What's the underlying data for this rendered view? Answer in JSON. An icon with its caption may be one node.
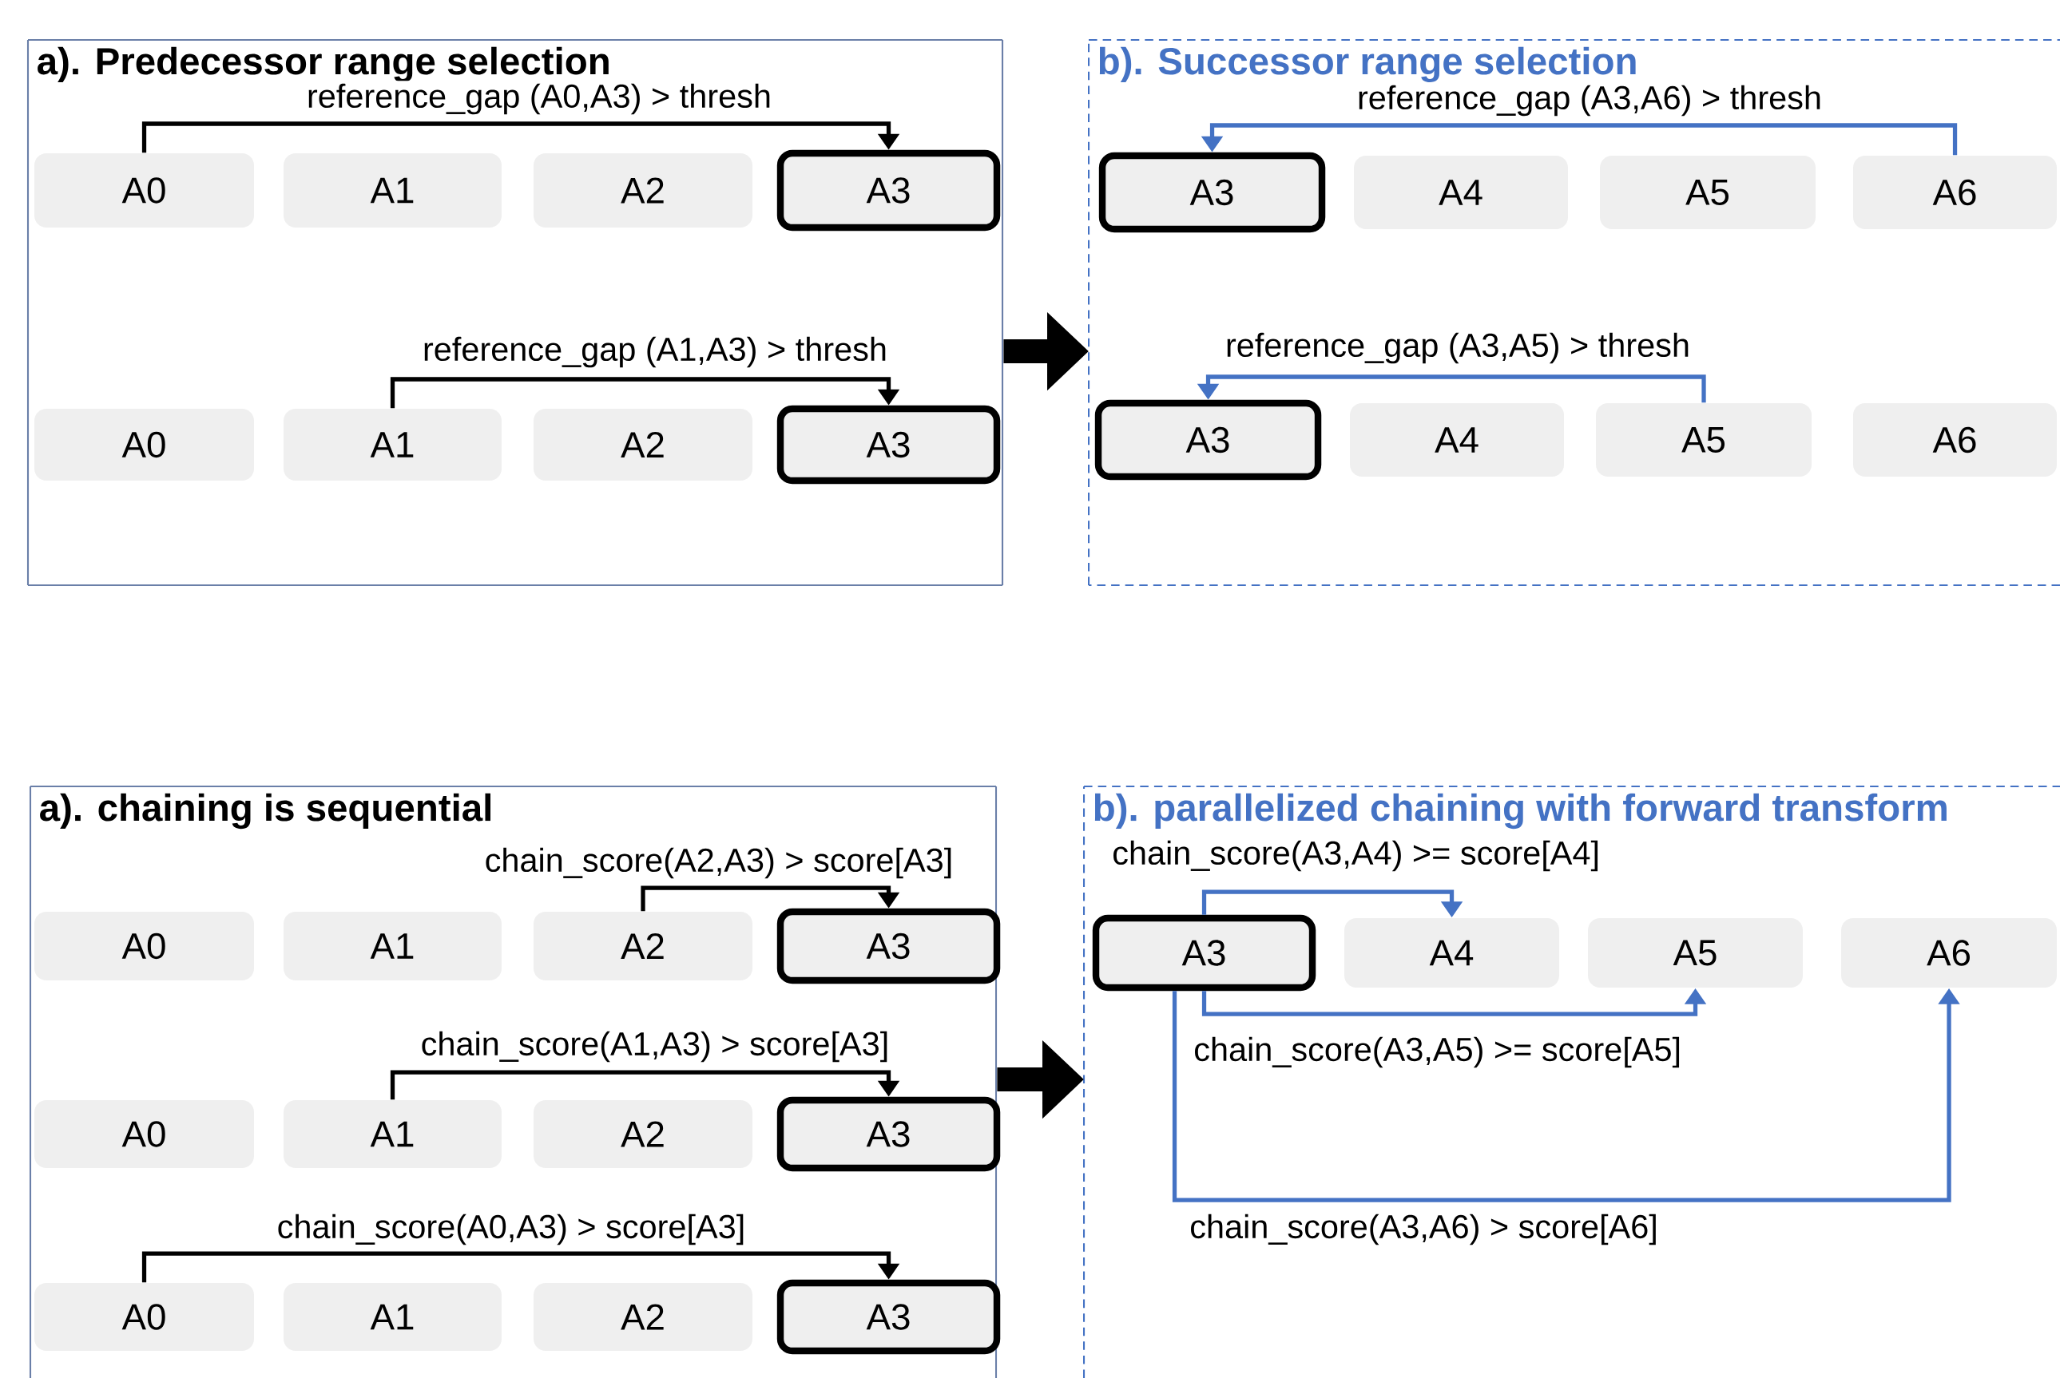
{
  "diagram": {
    "nodes": [
      {
        "text": [
          "a). Predecessor range selection"
        ]
      },
      {
        "text": [
          "A0"
        ],
        "in": 0
      },
      {
        "text": [
          "A1"
        ],
        "in": 0
      },
      {
        "text": [
          "A2"
        ],
        "in": 0
      },
      {
        "text": [
          "A3"
        ],
        "in": 0
      },
      {
        "text": [
          "A0"
        ],
        "in": 0
      },
      {
        "text": [
          "A1"
        ],
        "in": 0
      },
      {
        "text": [
          "A2"
        ],
        "in": 0
      },
      {
        "text": [
          "A3"
        ],
        "in": 0
      },
      {
        "text": [
          "b). Successor range selection"
        ]
      },
      {
        "text": [
          "A3"
        ],
        "in": 9
      },
      {
        "text": [
          "A4"
        ],
        "in": 9
      },
      {
        "text": [
          "A5"
        ],
        "in": 9
      },
      {
        "text": [
          "A6"
        ],
        "in": 9
      },
      {
        "text": [
          "A3"
        ],
        "in": 9
      },
      {
        "text": [
          "A4"
        ],
        "in": 9
      },
      {
        "text": [
          "A5"
        ],
        "in": 9
      },
      {
        "text": [
          "A6"
        ],
        "in": 9
      },
      {
        "text": [
          "a). chaining is sequential"
        ]
      },
      {
        "text": [
          "A0"
        ],
        "in": 18
      },
      {
        "text": [
          "A1"
        ],
        "in": 18
      },
      {
        "text": [
          "A2"
        ],
        "in": 18
      },
      {
        "text": [
          "A3"
        ],
        "in": 18
      },
      {
        "text": [
          "A0"
        ],
        "in": 18
      },
      {
        "text": [
          "A1"
        ],
        "in": 18
      },
      {
        "text": [
          "A2"
        ],
        "in": 18
      },
      {
        "text": [
          "A3"
        ],
        "in": 18
      },
      {
        "text": [
          "A0"
        ],
        "in": 18
      },
      {
        "text": [
          "A1"
        ],
        "in": 18
      },
      {
        "text": [
          "A2"
        ],
        "in": 18
      },
      {
        "text": [
          "A3"
        ],
        "in": 18
      },
      {
        "text": [
          "b). parallelized chaining with forward transform"
        ]
      },
      {
        "text": [
          "A3"
        ],
        "in": 31
      },
      {
        "text": [
          "A4"
        ],
        "in": 31
      },
      {
        "text": [
          "A5"
        ],
        "in": 31
      },
      {
        "text": [
          "A6"
        ],
        "in": 31
      }
    ],
    "edges": [
      {
        "from": 1,
        "to": 4,
        "arrow": "to",
        "label": "reference_gap (A0,A3) > thresh"
      },
      {
        "from": 6,
        "to": 8,
        "arrow": "to",
        "label": "reference_gap (A1,A3) > thresh"
      },
      {
        "from": 13,
        "to": 10,
        "arrow": "to",
        "label": "reference_gap (A3,A6) > thresh",
        "color": "#4472c4"
      },
      {
        "from": 16,
        "to": 14,
        "arrow": "to",
        "label": "reference_gap (A3,A5) > thresh",
        "color": "#4472c4"
      },
      {
        "from": 21,
        "to": 22,
        "arrow": "to",
        "label": "chain_score(A2,A3) > score[A3]"
      },
      {
        "from": 24,
        "to": 26,
        "arrow": "to",
        "label": "chain_score(A1,A3) > score[A3]"
      },
      {
        "from": 27,
        "to": 30,
        "arrow": "to",
        "label": "chain_score(A0,A3) > score[A3]"
      },
      {
        "from": 32,
        "to": 33,
        "arrow": "to",
        "label": "chain_score(A3,A4) >= score[A4]",
        "color": "#4472c4"
      },
      {
        "from": 32,
        "to": 34,
        "arrow": "to",
        "label": "chain_score(A3,A5) >= score[A5]",
        "color": "#4472c4"
      },
      {
        "from": 32,
        "to": 35,
        "arrow": "to",
        "label": "chain_score(A3,A6) > score[A6]",
        "color": "#4472c4"
      },
      {
        "from": 0,
        "to": 9,
        "arrow": "to",
        "style": "thick"
      },
      {
        "from": 18,
        "to": 31,
        "arrow": "to",
        "style": "thick"
      }
    ]
  }
}
